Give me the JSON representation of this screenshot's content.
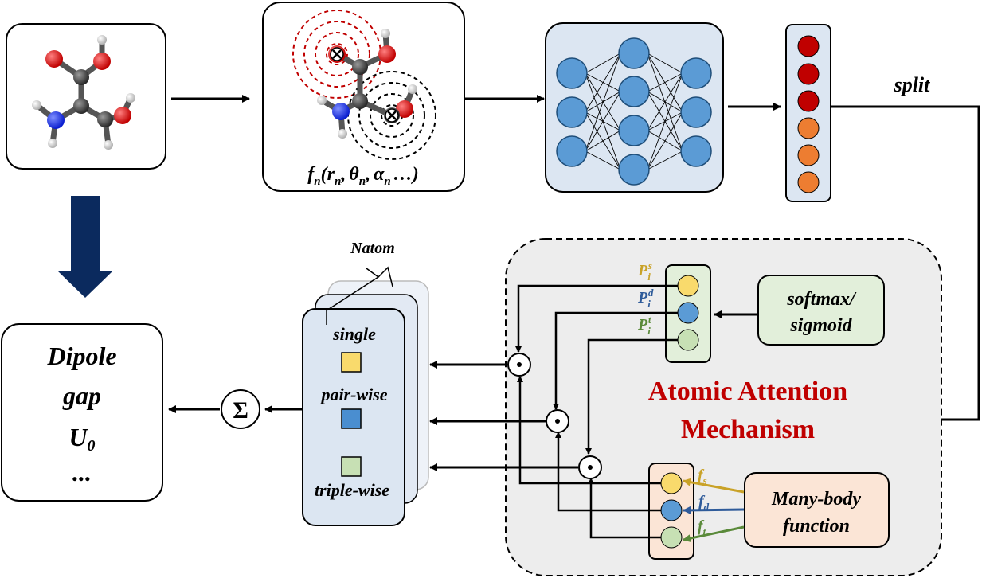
{
  "formula": {
    "f": "f",
    "n": "n",
    "open": "(",
    "r": "r",
    "theta": "θ",
    "alpha": "α",
    "comma": ",",
    "ellipsis": "…)"
  },
  "split_label": "split",
  "natom_label": "Natom",
  "stack_labels": {
    "single": "single",
    "pair": "pair-wise",
    "triple": "triple-wise"
  },
  "outputs": {
    "dipole": "Dipole",
    "gap": "gap",
    "u": "U",
    "u_sub": "0",
    "more": "..."
  },
  "sum_symbol": "Σ",
  "odot_symbol": "⊙",
  "softmax": {
    "line1": "softmax/",
    "line2": "sigmoid"
  },
  "many_body": {
    "line1": "Many-body",
    "line2": "function"
  },
  "attention": {
    "line1": "Atomic Attention",
    "line2": "Mechanism"
  },
  "p_labels": [
    {
      "base": "P",
      "sub": "i",
      "sup": "s",
      "color": "#C9A227"
    },
    {
      "base": "P",
      "sub": "i",
      "sup": "d",
      "color": "#2E5B9A"
    },
    {
      "base": "P",
      "sub": "i",
      "sup": "t",
      "color": "#5A8A3A"
    }
  ],
  "f_labels": [
    {
      "base": "f",
      "sub": "s",
      "color": "#C9A227"
    },
    {
      "base": "f",
      "sub": "d",
      "color": "#2E5B9A"
    },
    {
      "base": "f",
      "sub": "t",
      "color": "#5A8A3A"
    }
  ],
  "colors": {
    "single": "#F9DA6C",
    "pair": "#4A8ED0",
    "triple": "#C7E0B4",
    "attention_title": "#C00000",
    "arrow_down": "#0B2A5E",
    "nn_node": "#5B9BD5",
    "vector_red": "#C00000",
    "vector_orange": "#ED7D31"
  },
  "icons": [
    "sum-icon",
    "odot-icon",
    "down-arrow-icon",
    "molecule-icon",
    "neural-network-icon"
  ]
}
